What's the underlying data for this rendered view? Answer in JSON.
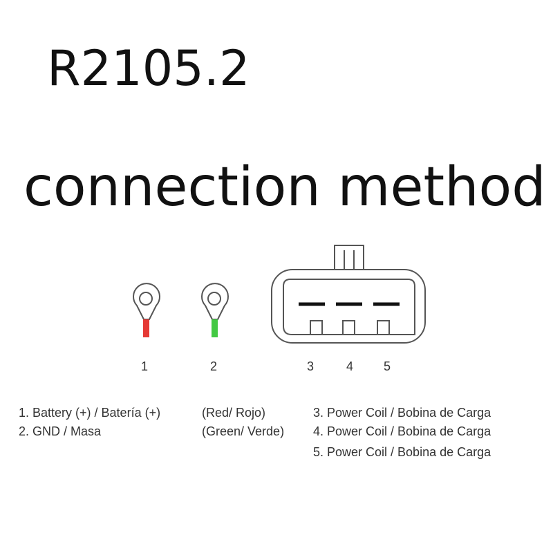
{
  "title": "R2105.2",
  "subtitle": "connection method",
  "terminals": [
    {
      "number": "1",
      "wire_color": "#e53935"
    },
    {
      "number": "2",
      "wire_color": "#43c943"
    }
  ],
  "connector_pins": [
    "3",
    "4",
    "5"
  ],
  "legend": {
    "col1": [
      "1. Battery (+) / Batería (+)",
      "2. GND / Masa"
    ],
    "col2": [
      "(Red/ Rojo)",
      "(Green/ Verde)"
    ],
    "col3": [
      "3. Power Coil / Bobina de Carga",
      "4. Power Coil / Bobina de Carga",
      "5. Power Coil / Bobina de Carga"
    ]
  }
}
